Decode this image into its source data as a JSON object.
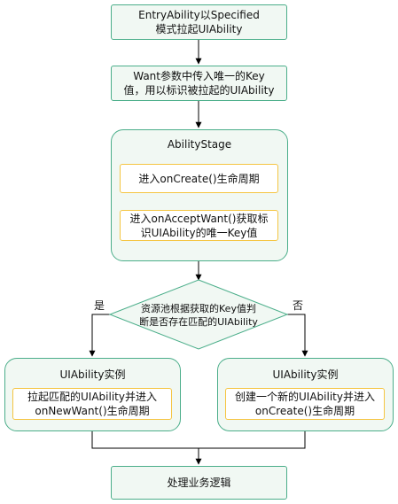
{
  "nodes": {
    "entry": "EntryAbility以Specified\n模式拉起UIAbility",
    "want": "Want参数中传入唯一的Key\n值，用以标识被拉起的UIAbility",
    "stage_title": "AbilityStage",
    "on_create": "进入onCreate()生命周期",
    "on_accept_want": "进入onAcceptWant()获取标\n识UIAbility的唯一Key值",
    "decision": "资源池根据获取的Key值判\n断是否存在匹配的UIAbility",
    "yes_label": "是",
    "no_label": "否",
    "left_title": "UIAbility实例",
    "left_inner": "拉起匹配的UIAbility并进入\nonNewWant()生命周期",
    "right_title": "UIAbility实例",
    "right_inner": "创建一个新的UIAbility并进入\nonCreate()生命周期",
    "process": "处理业务逻辑"
  },
  "colors": {
    "box_fill": "#f1f8f3",
    "box_border": "#4bae8a",
    "inner_border": "#f5c542",
    "arrow": "#000000"
  }
}
